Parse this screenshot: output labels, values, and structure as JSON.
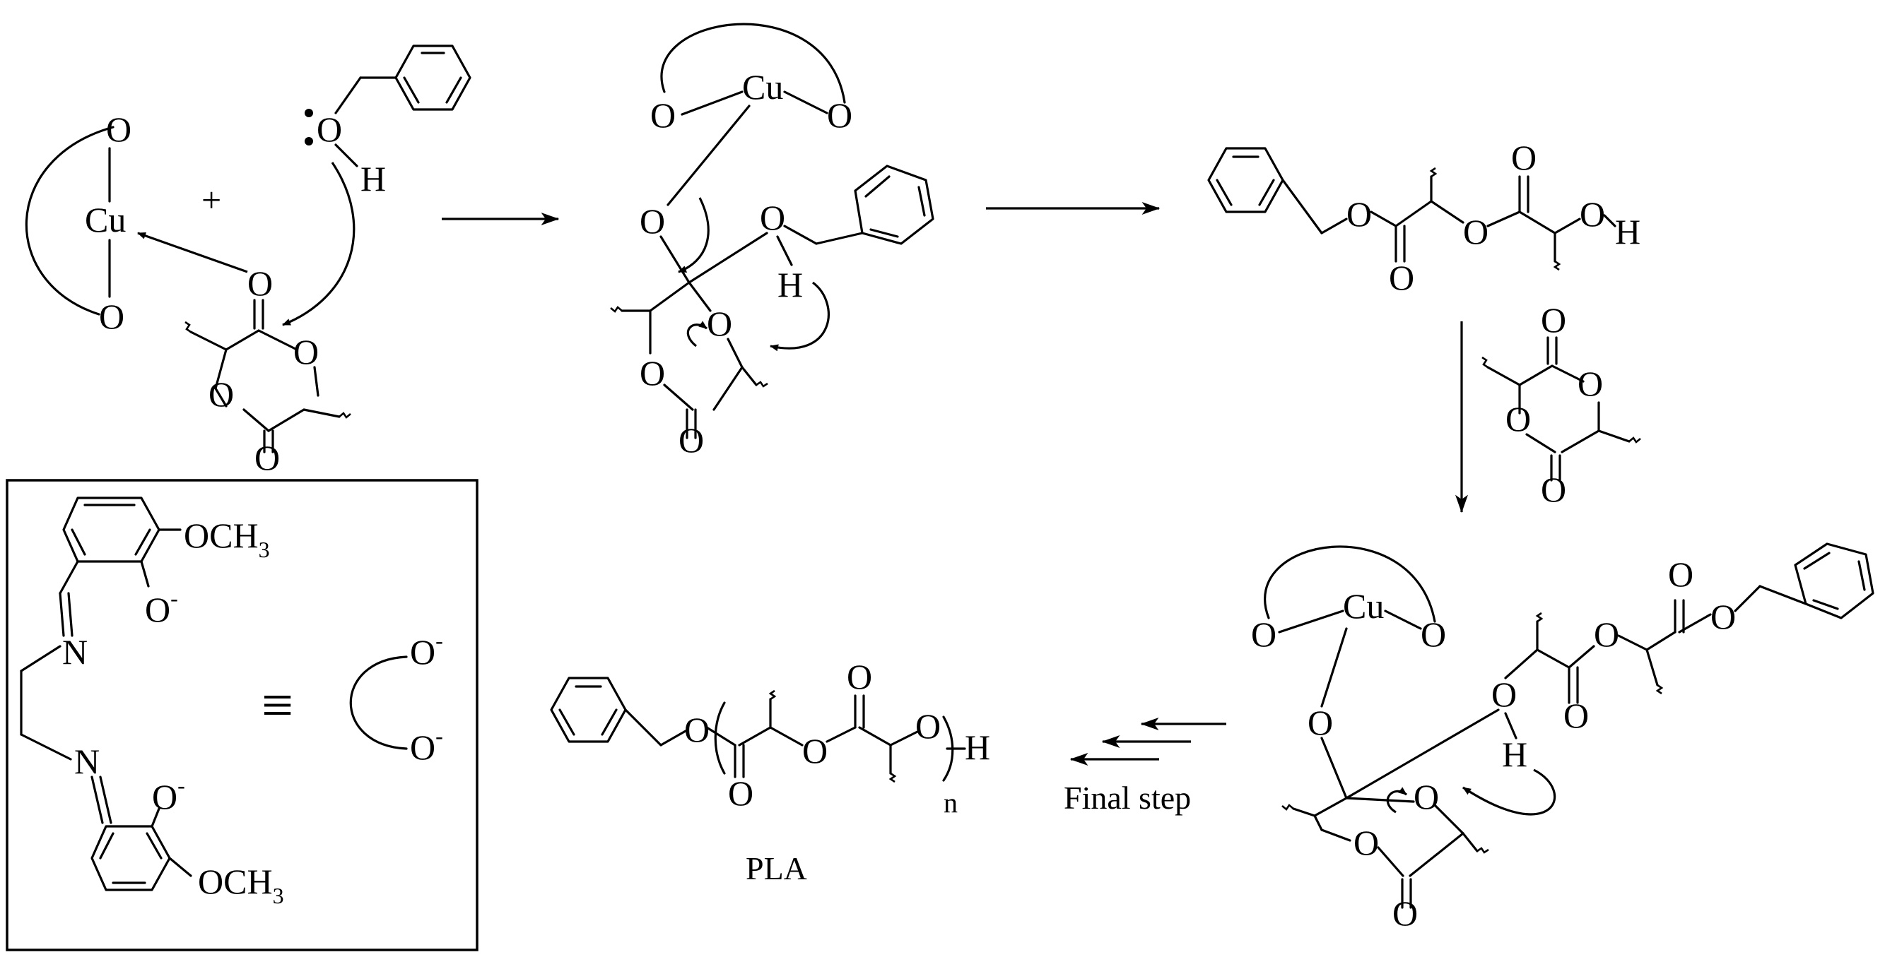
{
  "labels": {
    "cu": "Cu",
    "o": "O",
    "h": "H",
    "oh": "OH",
    "n": "N",
    "n_sub": "n",
    "plus": "+",
    "o_minus": "O",
    "minus": "-",
    "och3": "OCH",
    "three": "3",
    "equiv": "≡",
    "final_step": "Final step",
    "pla": "PLA"
  },
  "colors": {
    "ink": "#000000",
    "background": "#ffffff"
  }
}
